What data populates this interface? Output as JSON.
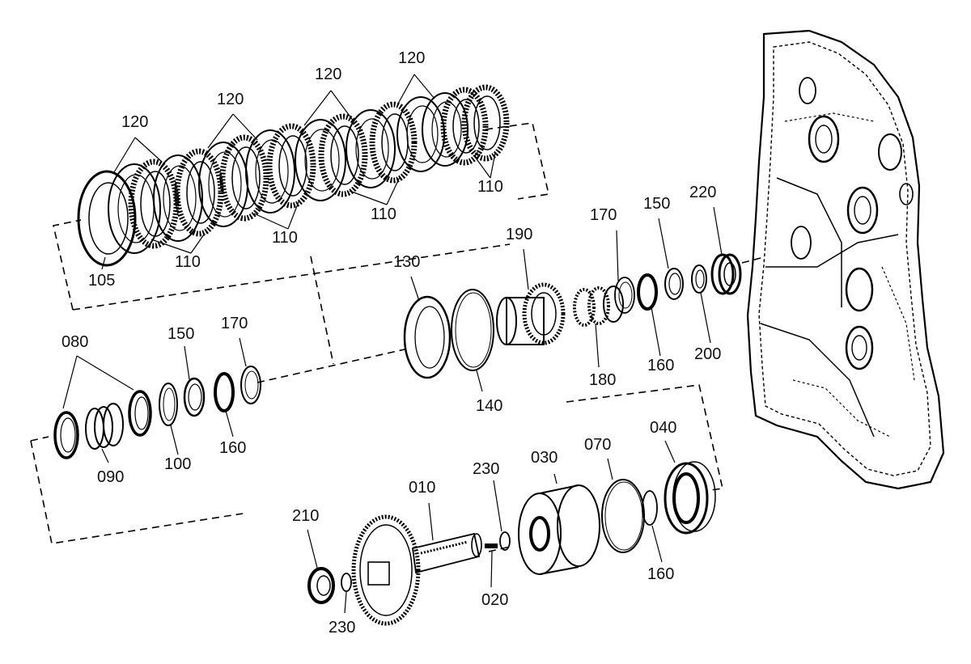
{
  "diagram": {
    "callouts": {
      "l120a": "120",
      "l120b": "120",
      "l120c": "120",
      "l120d": "120",
      "l105": "105",
      "l110a": "110",
      "l110b": "110",
      "l110c": "110",
      "l110d": "110",
      "l130": "130",
      "l190": "190",
      "l170a": "170",
      "l150a": "150",
      "l220": "220",
      "l140": "140",
      "l180": "180",
      "l160a": "160",
      "l200": "200",
      "l080": "080",
      "l150b": "150",
      "l170b": "170",
      "l090": "090",
      "l100": "100",
      "l160b": "160",
      "l230a": "230",
      "l030": "030",
      "l070": "070",
      "l040": "040",
      "l010": "010",
      "l210": "210",
      "l020": "020",
      "l160c": "160",
      "l230b": "230"
    }
  }
}
